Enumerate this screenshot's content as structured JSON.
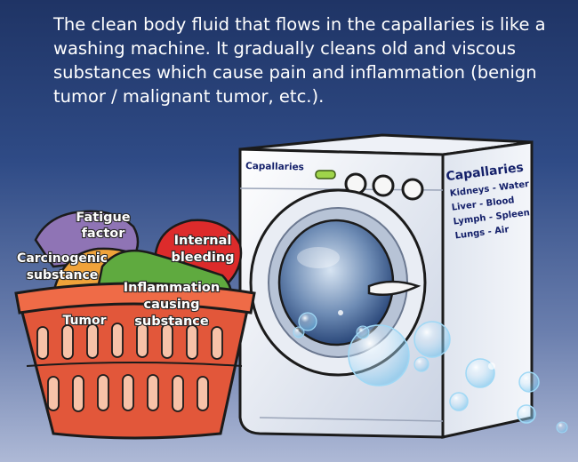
{
  "headline": "The clean body fluid that flows in the capallaries is like a washing machine. It gradually cleans old and viscous substances which cause pain and inflammation (benign tumor / malignant tumor, etc.).",
  "washing_machine": {
    "panel_label": "Capallaries",
    "side_title": "Capallaries",
    "side_lines": [
      "Kidneys - Water",
      "Liver - Blood",
      "Lymph - Spleen",
      "Lungs - Air"
    ]
  },
  "basket_labels": {
    "fatigue": [
      "Fatigue",
      "factor"
    ],
    "internal_bleeding": [
      "Internal",
      "bleeding"
    ],
    "carcinogenic": [
      "Carcinogenic",
      "substance"
    ],
    "inflammation": [
      "Inflammation",
      "causing",
      "substance"
    ],
    "tumor": "Tumor"
  },
  "colors": {
    "background_top": "#1f3465",
    "background_bottom": "#aeb9d6",
    "basket": "#e2573a",
    "cloth_purple": "#8f74b5",
    "cloth_red": "#dd2b2b",
    "cloth_green": "#5faa3f",
    "cloth_orange": "#f0a33a",
    "panel_text": "#14206a"
  },
  "icons": [
    "washing-machine-illustration",
    "laundry-basket-illustration",
    "soap-bubble-icon"
  ]
}
